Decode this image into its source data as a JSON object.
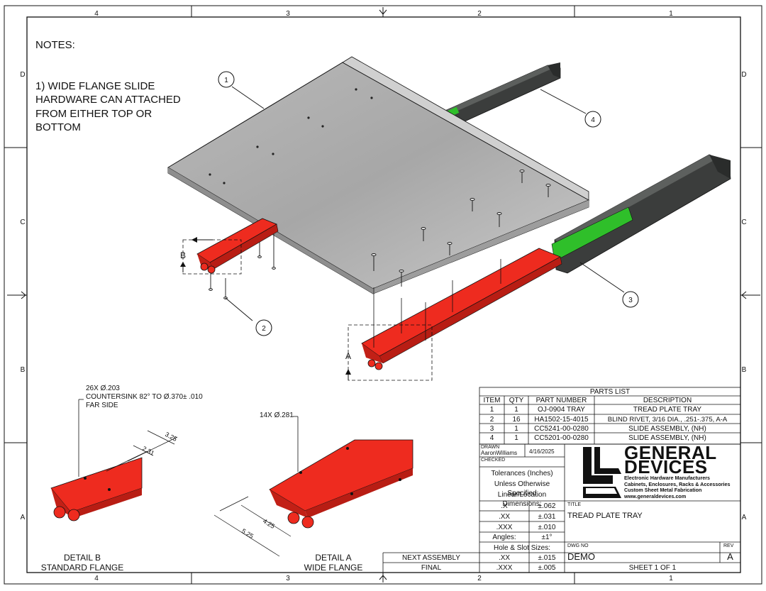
{
  "notes": {
    "heading": "NOTES:",
    "note1": "1) WIDE FLANGE SLIDE\nHARDWARE CAN ATTACHED\nFROM EITHER TOP OR\nBOTTOM"
  },
  "zones": {
    "columns": [
      "4",
      "3",
      "2",
      "1"
    ],
    "rows": [
      "D",
      "C",
      "B",
      "A"
    ]
  },
  "balloons": [
    "1",
    "2",
    "3",
    "4"
  ],
  "section_marks": {
    "b": "B",
    "a": "A"
  },
  "detail_b": {
    "callout_line1": "26X Ø.203",
    "callout_line2": "COUNTERSINK 82° TO Ø.370± .010",
    "callout_line3": "FAR SIDE",
    "dim1": "3.25",
    "dim2": "2.31",
    "label1": "DETAIL  B",
    "label2": "STANDARD FLANGE"
  },
  "detail_a": {
    "callout": "14X Ø.281",
    "dim1": "4.25",
    "dim2": "5.25",
    "label1": "DETAIL  A",
    "label2": "WIDE FLANGE"
  },
  "parts_list": {
    "title": "PARTS LIST",
    "headers": [
      "ITEM",
      "QTY",
      "PART NUMBER",
      "DESCRIPTION"
    ],
    "rows": [
      [
        "1",
        "1",
        "OJ-0904 TRAY",
        "TREAD PLATE TRAY"
      ],
      [
        "2",
        "16",
        "HA1502-15-4015",
        "BLIND RIVET, 3/16 DIA., .251-.375, A-A"
      ],
      [
        "3",
        "1",
        "CC5241-00-0280",
        "SLIDE ASSEMBLY, (NH)"
      ],
      [
        "4",
        "1",
        "CC5201-00-0280",
        "SLIDE ASSEMBLY, (NH)"
      ]
    ]
  },
  "title_block": {
    "drawn_label": "DRAWN",
    "drawn_by": "AaronWilliams",
    "drawn_date": "4/16/2025",
    "checked_label": "CHECKED",
    "tolerances_title": "Tolerances (Inches)",
    "unless": "Unless Otherwise Specified",
    "linear": "Linear/Location Dimensions:",
    "tol_rows": [
      [
        ".X",
        "±.062"
      ],
      [
        ".XX",
        "±.031"
      ],
      [
        ".XXX",
        "±.010"
      ]
    ],
    "angles_label": "Angles:",
    "angles_value": "±1°",
    "hole_title": "Hole & Slot Sizes:",
    "hole_rows": [
      [
        ".XX",
        "±.015"
      ],
      [
        ".XXX",
        "±.005"
      ]
    ],
    "next_assembly": "NEXT ASSEMBLY",
    "final": "FINAL",
    "title_label": "TITLE",
    "title": "TREAD PLATE TRAY",
    "dwg_no_label": "DWG NO",
    "dwg_no": "DEMO",
    "rev_label": "REV",
    "rev": "A",
    "sheet": "SHEET 1 OF 1"
  },
  "logo": {
    "line1": "GENERAL",
    "line2": "DEVICES",
    "tag1": "Electronic Hardware Manufacturers",
    "tag2": "Cabinets, Enclosures, Racks & Accessories",
    "tag3": "Custom Sheet Metal Fabrication",
    "tag4": "www.generaldevices.com"
  },
  "colors": {
    "tray": "#a9a9a9",
    "tray_light": "#c8c8c8",
    "flange_red": "#ee2b1f",
    "slide_dark": "#3b3d3c",
    "slide_green": "#2fbf2a",
    "line": "#111111"
  }
}
